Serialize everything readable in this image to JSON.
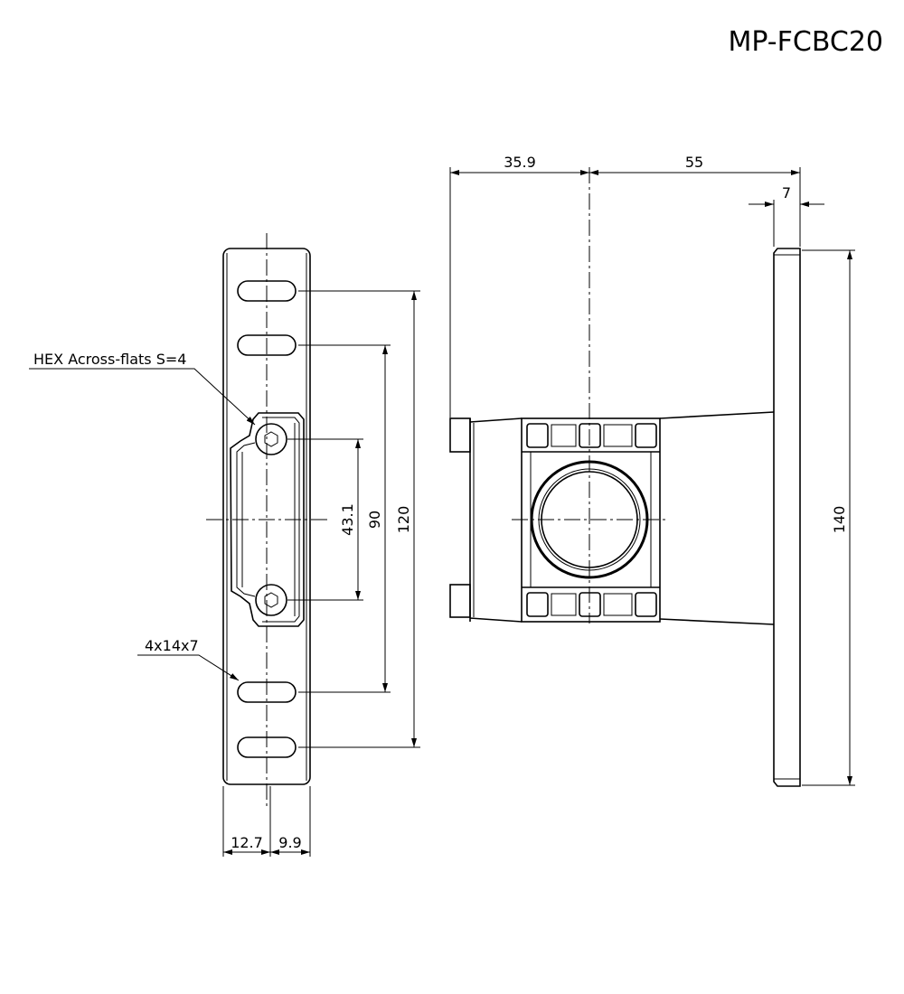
{
  "title": "MP-FCBC20",
  "front_view": {
    "hex_note": "HEX Across-flats S=4",
    "slot_note": "4x14x7",
    "dims": {
      "hole_pitch": "43.1",
      "inner_slots": "90",
      "outer_slots": "120",
      "left_offset": "12.7",
      "right_offset": "9.9"
    }
  },
  "side_view": {
    "dims": {
      "center_offset": "35.9",
      "depth": "55",
      "flange_thickness": "7",
      "height": "140"
    }
  }
}
